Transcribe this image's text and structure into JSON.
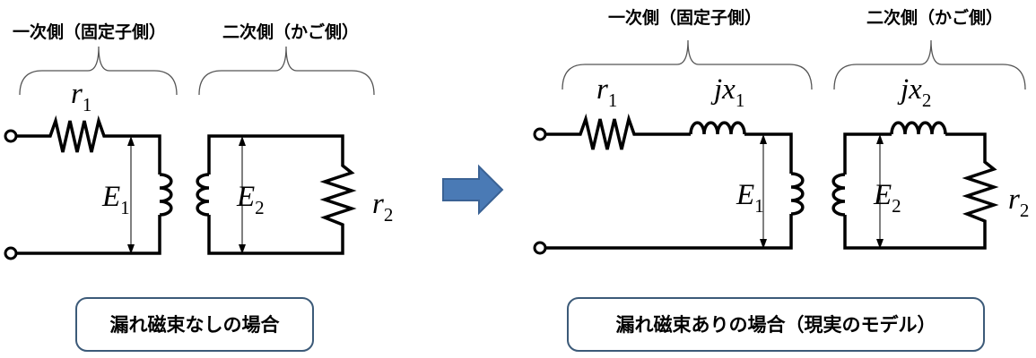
{
  "left_figure": {
    "primary_heading": "一次側（固定子側）",
    "secondary_heading": "二次側（かご側）",
    "r1": {
      "main": "r",
      "sub": "1"
    },
    "e1": {
      "main": "E",
      "sub": "1"
    },
    "e2": {
      "main": "E",
      "sub": "2"
    },
    "r2": {
      "main": "r",
      "sub": "2"
    },
    "caption": "漏れ磁束なしの場合"
  },
  "right_figure": {
    "primary_heading": "一次側（固定子側）",
    "secondary_heading": "二次側（かご側）",
    "r1": {
      "main": "r",
      "sub": "1"
    },
    "jx1": {
      "main": "jx",
      "sub": "1"
    },
    "jx2": {
      "main": "jx",
      "sub": "2"
    },
    "e1": {
      "main": "E",
      "sub": "1"
    },
    "e2": {
      "main": "E",
      "sub": "2"
    },
    "r2": {
      "main": "r",
      "sub": "2"
    },
    "caption": "漏れ磁束ありの場合（現実のモデル）"
  },
  "colors": {
    "arrow": "#4a7ab5",
    "caption_border": "#3c5a78",
    "wire": "#000000"
  },
  "icons": {
    "transition": "right-arrow-icon"
  }
}
